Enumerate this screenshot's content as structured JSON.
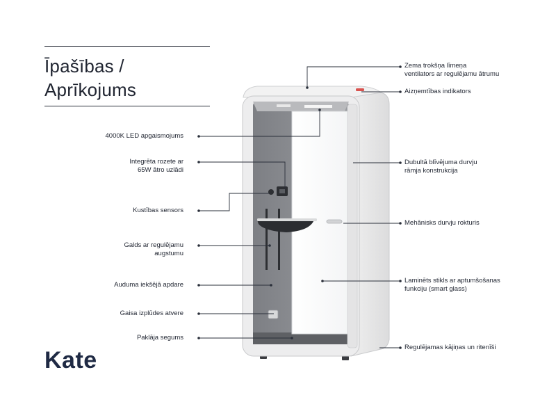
{
  "title": {
    "line1": "Īpašības /",
    "line2": "Aprīkojums"
  },
  "brand": "Kate",
  "features_left": [
    {
      "id": "led",
      "text": "4000K LED apgaismojums"
    },
    {
      "id": "socket",
      "text": "Integrēta rozete ar\n65W ātro uzlādi"
    },
    {
      "id": "motion",
      "text": "Kustības sensors"
    },
    {
      "id": "table",
      "text": "Galds ar regulējamu\naugstumu"
    },
    {
      "id": "fabric",
      "text": "Auduma iekšējā apdare"
    },
    {
      "id": "exhaust",
      "text": "Gaisa izplūdes atvere"
    },
    {
      "id": "carpet",
      "text": "Paklāja segums"
    }
  ],
  "features_right": [
    {
      "id": "fans",
      "text": "Zema trokšņa līmeņa\nventilators ar regulējamu ātrumu"
    },
    {
      "id": "occupancy",
      "text": "Aizņemtības indikators"
    },
    {
      "id": "seal",
      "text": "Dubultā blīvējuma durvju\nrāmja konstrukcija"
    },
    {
      "id": "handle",
      "text": "Mehānisks durvju rokturis"
    },
    {
      "id": "glass",
      "text": "Laminēts stikls ar aptumšošanas\nfunkciju (smart glass)"
    },
    {
      "id": "feet",
      "text": "Regulējamas kājiņas un ritenīši"
    }
  ],
  "colors": {
    "text": "#1f2430",
    "brand": "#1f2a44",
    "shell": "#e9e9ea",
    "interior_fabric": "#8d8f93",
    "indicator": "#d9534f"
  }
}
